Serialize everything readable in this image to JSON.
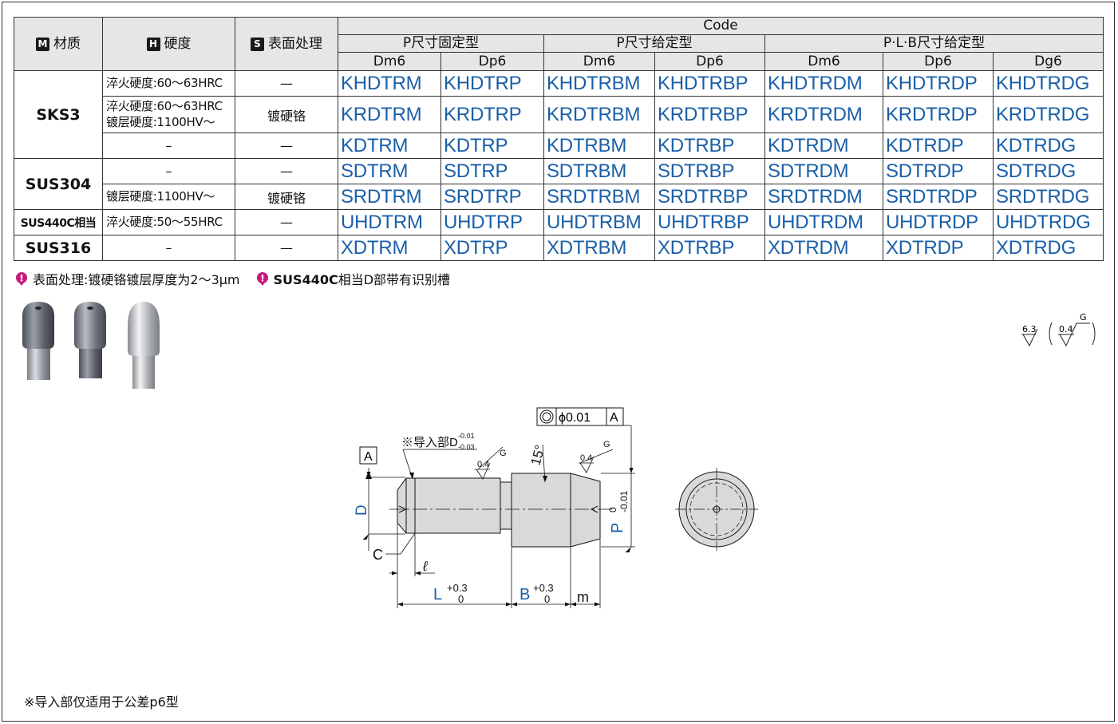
{
  "headers": {
    "material": "材质",
    "hardness": "硬度",
    "surface": "表面处理",
    "code": "Code",
    "group1": "P尺寸固定型",
    "group2": "P尺寸给定型",
    "group3": "P·L·B尺寸给定型",
    "cols": [
      "Dm6",
      "Dp6",
      "Dm6",
      "Dp6",
      "Dm6",
      "Dp6",
      "Dg6"
    ],
    "icons": [
      "M",
      "H",
      "S"
    ]
  },
  "rows": [
    {
      "hardness": "淬火硬度:60～63HRC",
      "surface": "—",
      "codes": [
        "KHDTRM",
        "KHDTRP",
        "KHDTRBM",
        "KHDTRBP",
        "KHDTRDM",
        "KHDTRDP",
        "KHDTRDG"
      ]
    },
    {
      "hardness": "淬火硬度:60～63HRC",
      "hardness2": "镀层硬度:1100HV～",
      "surface": "镀硬铬",
      "codes": [
        "KRDTRM",
        "KRDTRP",
        "KRDTRBM",
        "KRDTRBP",
        "KRDTRDM",
        "KRDTRDP",
        "KRDTRDG"
      ]
    },
    {
      "hardness": "–",
      "surface": "—",
      "codes": [
        "KDTRM",
        "KDTRP",
        "KDTRBM",
        "KDTRBP",
        "KDTRDM",
        "KDTRDP",
        "KDTRDG"
      ]
    },
    {
      "hardness": "–",
      "surface": "—",
      "codes": [
        "SDTRM",
        "SDTRP",
        "SDTRBM",
        "SDTRBP",
        "SDTRDM",
        "SDTRDP",
        "SDTRDG"
      ]
    },
    {
      "hardness": "镀层硬度:1100HV～",
      "surface": "镀硬铬",
      "codes": [
        "SRDTRM",
        "SRDTRP",
        "SRDTRBM",
        "SRDTRBP",
        "SRDTRDM",
        "SRDTRDP",
        "SRDTRDG"
      ]
    },
    {
      "hardness": "淬火硬度:50～55HRC",
      "surface": "—",
      "codes": [
        "UHDTRM",
        "UHDTRP",
        "UHDTRBM",
        "UHDTRBP",
        "UHDTRDM",
        "UHDTRDP",
        "UHDTRDG"
      ]
    },
    {
      "hardness": "–",
      "surface": "—",
      "codes": [
        "XDTRM",
        "XDTRP",
        "XDTRBM",
        "XDTRBP",
        "XDTRDM",
        "XDTRDP",
        "XDTRDG"
      ]
    }
  ],
  "materials": [
    "SKS3",
    "SUS304",
    "SUS440C相当",
    "SUS316"
  ],
  "notes": {
    "note1": "表面处理:镀硬铬镀层厚度为2～3μm",
    "note2_bold": "SUS440C",
    "note2_rest": "相当D部带有识别槽",
    "footnote": "※导入部仅适用于公差p6型"
  },
  "drawing": {
    "datum": "A",
    "concentricity": "ϕ0.01",
    "lead_label": "※导入部D",
    "lead_tol_upper": "-0.01",
    "lead_tol_lower": "-0.03",
    "roughness_a": "0.4",
    "roughness_grade": "G",
    "angle": "15°",
    "dim_D": "D",
    "dim_P": "P",
    "p_tol_upper": "0",
    "p_tol_lower": "-0.01",
    "dim_C": "C",
    "dim_l": "ℓ",
    "dim_L": "L",
    "dim_B": "B",
    "tol_upper": "+0.3",
    "tol_lower": "0",
    "dim_m": "m",
    "finish_main": "6.3",
    "finish_sub": "0.4",
    "finish_grade": "G"
  },
  "colors": {
    "accent_blue": "#1a5fa8",
    "header_gray": "#e6e6e6",
    "bullet_pink": "#c8187a"
  }
}
